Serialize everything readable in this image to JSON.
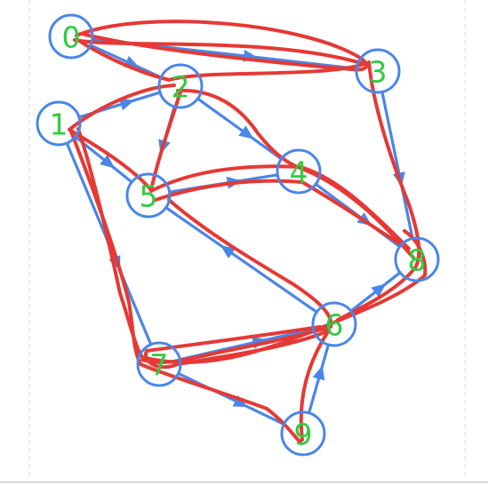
{
  "graph": {
    "nodes": [
      {
        "id": "0",
        "label": "0"
      },
      {
        "id": "1",
        "label": "1"
      },
      {
        "id": "2",
        "label": "2"
      },
      {
        "id": "3",
        "label": "3"
      },
      {
        "id": "4",
        "label": "4"
      },
      {
        "id": "5",
        "label": "5"
      },
      {
        "id": "6",
        "label": "6"
      },
      {
        "id": "7",
        "label": "7"
      },
      {
        "id": "8",
        "label": "8"
      },
      {
        "id": "9",
        "label": "9"
      }
    ],
    "edges": [
      {
        "from": "0",
        "to": "3"
      },
      {
        "from": "0",
        "to": "2"
      },
      {
        "from": "1",
        "to": "2"
      },
      {
        "from": "1",
        "to": "5"
      },
      {
        "from": "1",
        "to": "7"
      },
      {
        "from": "2",
        "to": "5"
      },
      {
        "from": "2",
        "to": "4"
      },
      {
        "from": "3",
        "to": "8"
      },
      {
        "from": "4",
        "to": "8"
      },
      {
        "from": "5",
        "to": "4"
      },
      {
        "from": "6",
        "to": "5"
      },
      {
        "from": "6",
        "to": "8"
      },
      {
        "from": "7",
        "to": "6"
      },
      {
        "from": "7",
        "to": "9"
      },
      {
        "from": "9",
        "to": "6"
      }
    ],
    "colors": {
      "edge": "#4a86e8",
      "node_outline": "#4a86e8",
      "label": "#2ecc40",
      "drawn_path": "#e53935"
    }
  }
}
